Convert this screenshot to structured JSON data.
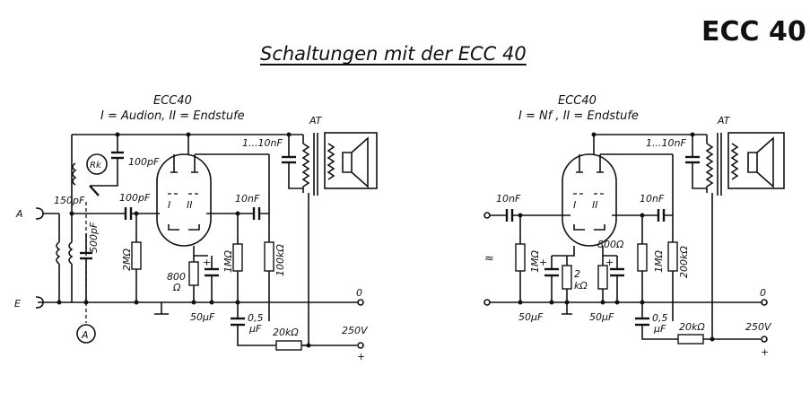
{
  "page_tag": "ECC 40",
  "title": "Schaltungen mit der ECC 40",
  "left": {
    "tube": "ECC40",
    "subtitle": "I = Audion,   II = Endstufe",
    "out_label": "AT",
    "triode_1": "I",
    "triode_2": "II",
    "terminal_a": "A",
    "terminal_e": "E",
    "antenna_symbol": "A",
    "rk": "Rk",
    "c_150": "150pF",
    "c_100a": "100pF",
    "c_100b": "100pF",
    "c_500": "500pF",
    "r_2m": "2MΩ",
    "r_800": "800",
    "r_800_unit": "Ω",
    "c_50": "50μF",
    "r_1m": "1MΩ",
    "c_10": "10nF",
    "r_100k": "100kΩ",
    "c_1_10": "1...10nF",
    "c_05": "0,5",
    "c_05_unit": "μF",
    "r_20k": "20kΩ",
    "v_250": "250V",
    "v_0": "0",
    "plus": "+"
  },
  "right": {
    "tube": "ECC40",
    "subtitle": "I = Nf ,      II = Endstufe",
    "out_label": "AT",
    "triode_1": "I",
    "triode_2": "II",
    "ac_symbol": "≈",
    "c_10_in": "10nF",
    "r_1m_in": "1MΩ",
    "r_2k": "2",
    "r_2k_unit": "kΩ",
    "r_800": "800Ω",
    "c_50a": "50μF",
    "c_50b": "50μF",
    "c_10": "10nF",
    "r_1m": "1MΩ",
    "r_200k": "200kΩ",
    "c_1_10": "1...10nF",
    "c_05": "0,5",
    "c_05_unit": "μF",
    "r_20k": "20kΩ",
    "v_250": "250V",
    "v_0": "0",
    "plus": "+"
  }
}
